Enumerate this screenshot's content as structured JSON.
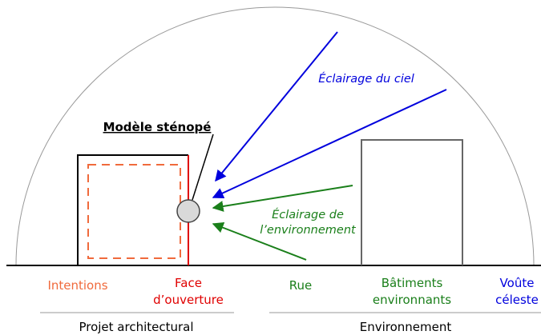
{
  "diagram": {
    "model_title": "Modèle sténopé",
    "sky_lighting": "Éclairage du ciel",
    "env_lighting_line1": "Éclairage de",
    "env_lighting_line2": "l’environnement",
    "labels": {
      "intentions": "Intentions",
      "opening_face_line1": "Face",
      "opening_face_line2": "d’ouverture",
      "street": "Rue",
      "buildings_line1": "Bâtiments",
      "buildings_line2": "environnants",
      "sky_vault_line1": "Voûte",
      "sky_vault_line2": "céleste"
    },
    "groups": {
      "project": "Projet architectural",
      "environment": "Environnement"
    },
    "colors": {
      "intentions": "#f06a3c",
      "opening": "#e00000",
      "environment": "#1a7f1a",
      "sky": "#0000dd",
      "outline": "#000000",
      "building": "#666666",
      "dome": "#999999",
      "sensor_fill": "#d9d9d9"
    }
  }
}
